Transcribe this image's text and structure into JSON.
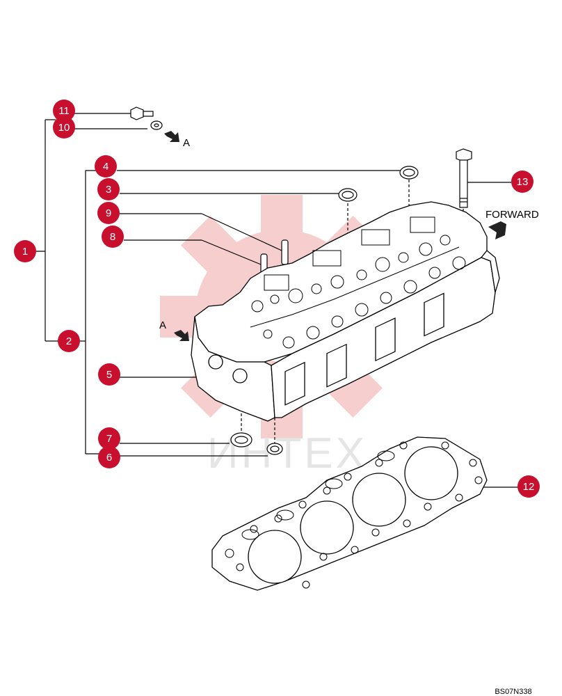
{
  "watermark": {
    "text": "ИНТЕХ",
    "color": "#f6c9c9"
  },
  "labels": {
    "forward": "FORWARD",
    "view_a_top": "A",
    "view_a_side": "A",
    "drawing_code": "BS07N338"
  },
  "callouts": [
    {
      "id": "1",
      "label": "1"
    },
    {
      "id": "2",
      "label": "2"
    },
    {
      "id": "3",
      "label": "3"
    },
    {
      "id": "4",
      "label": "4"
    },
    {
      "id": "5",
      "label": "5"
    },
    {
      "id": "6",
      "label": "6"
    },
    {
      "id": "7",
      "label": "7"
    },
    {
      "id": "8",
      "label": "8"
    },
    {
      "id": "9",
      "label": "9"
    },
    {
      "id": "10",
      "label": "10"
    },
    {
      "id": "11",
      "label": "11"
    },
    {
      "id": "12",
      "label": "12"
    },
    {
      "id": "13",
      "label": "13"
    }
  ],
  "colors": {
    "callout": "#c8102e",
    "line": "#000000"
  },
  "icons": {
    "direction_arrow": "arrow-right-block-icon"
  }
}
